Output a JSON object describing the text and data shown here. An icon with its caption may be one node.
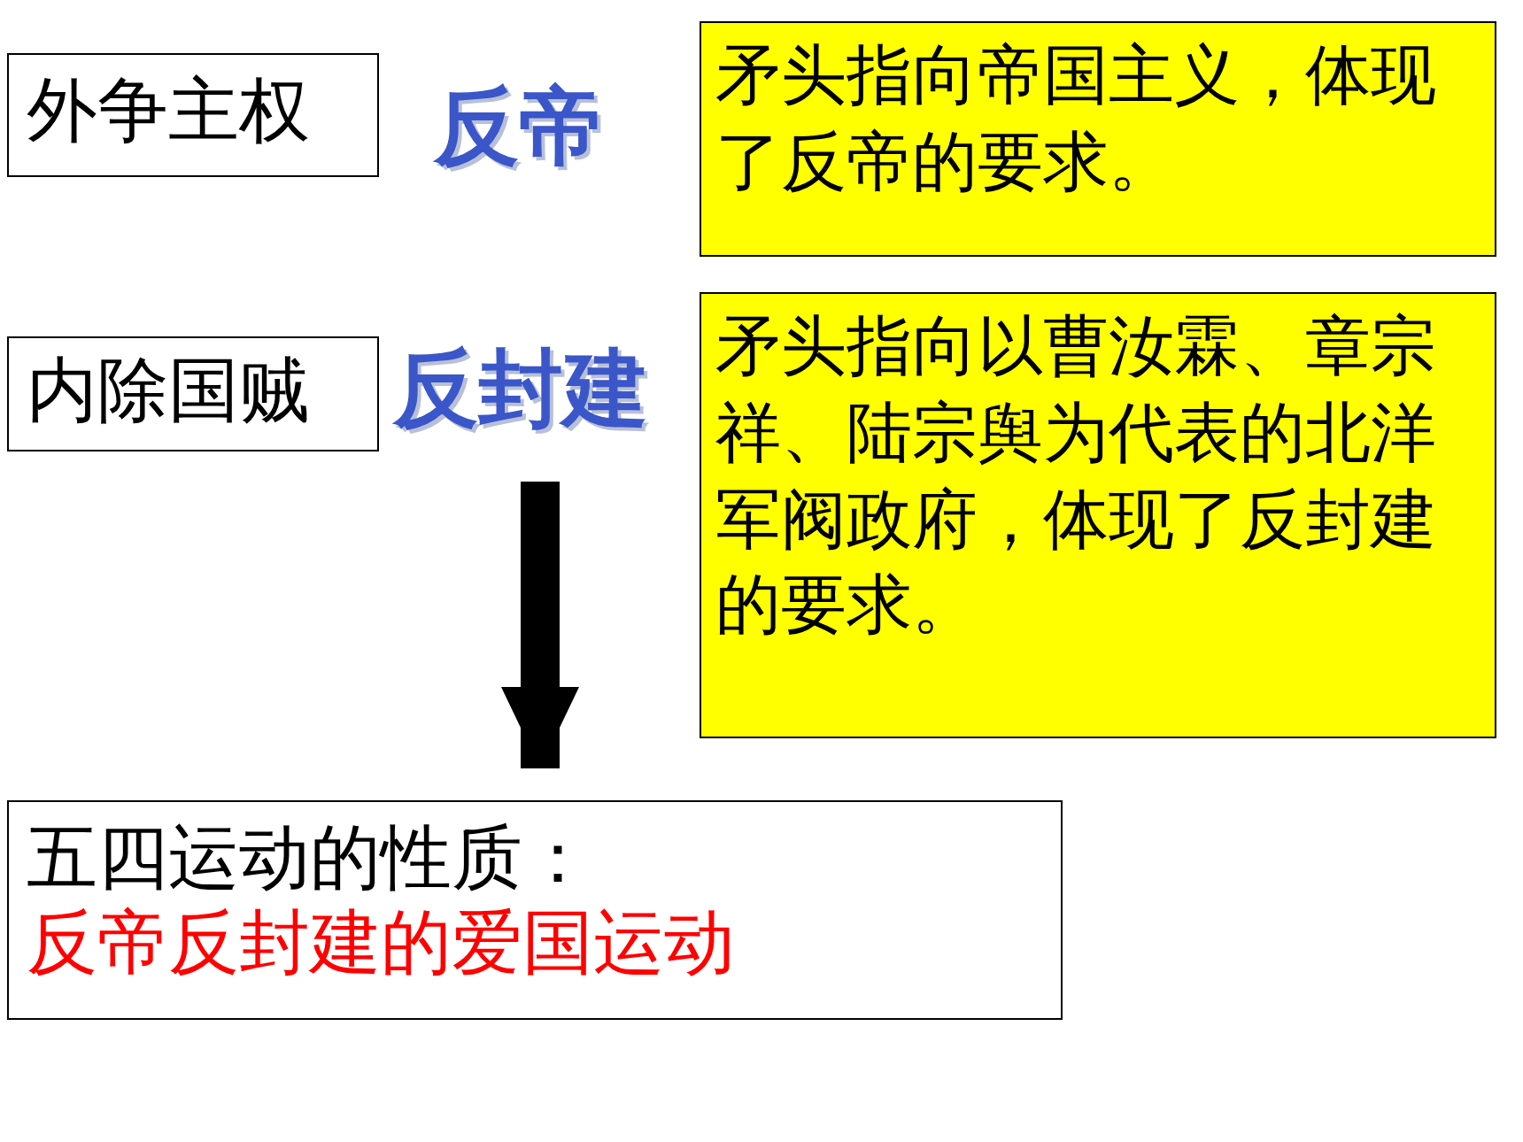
{
  "diagram": {
    "nodes": [
      {
        "text": [
          "外争主权"
        ]
      },
      {
        "text": [
          "矛头指向帝国主义，体现了反帝的要求。"
        ]
      },
      {
        "text": [
          "内除国贼"
        ]
      },
      {
        "text": [
          "矛头指向以曹汝霖、章宗祥、陆宗舆为代表的北洋军阀政府，体现了反封建的要求。"
        ]
      },
      {
        "text": [
          "五四运动的性质：",
          "反帝反封建的爱国运动"
        ]
      }
    ],
    "edges": [
      {
        "from": null,
        "to": 4,
        "arrow": "to"
      }
    ],
    "labels": [
      "反帝",
      "反封建"
    ]
  }
}
